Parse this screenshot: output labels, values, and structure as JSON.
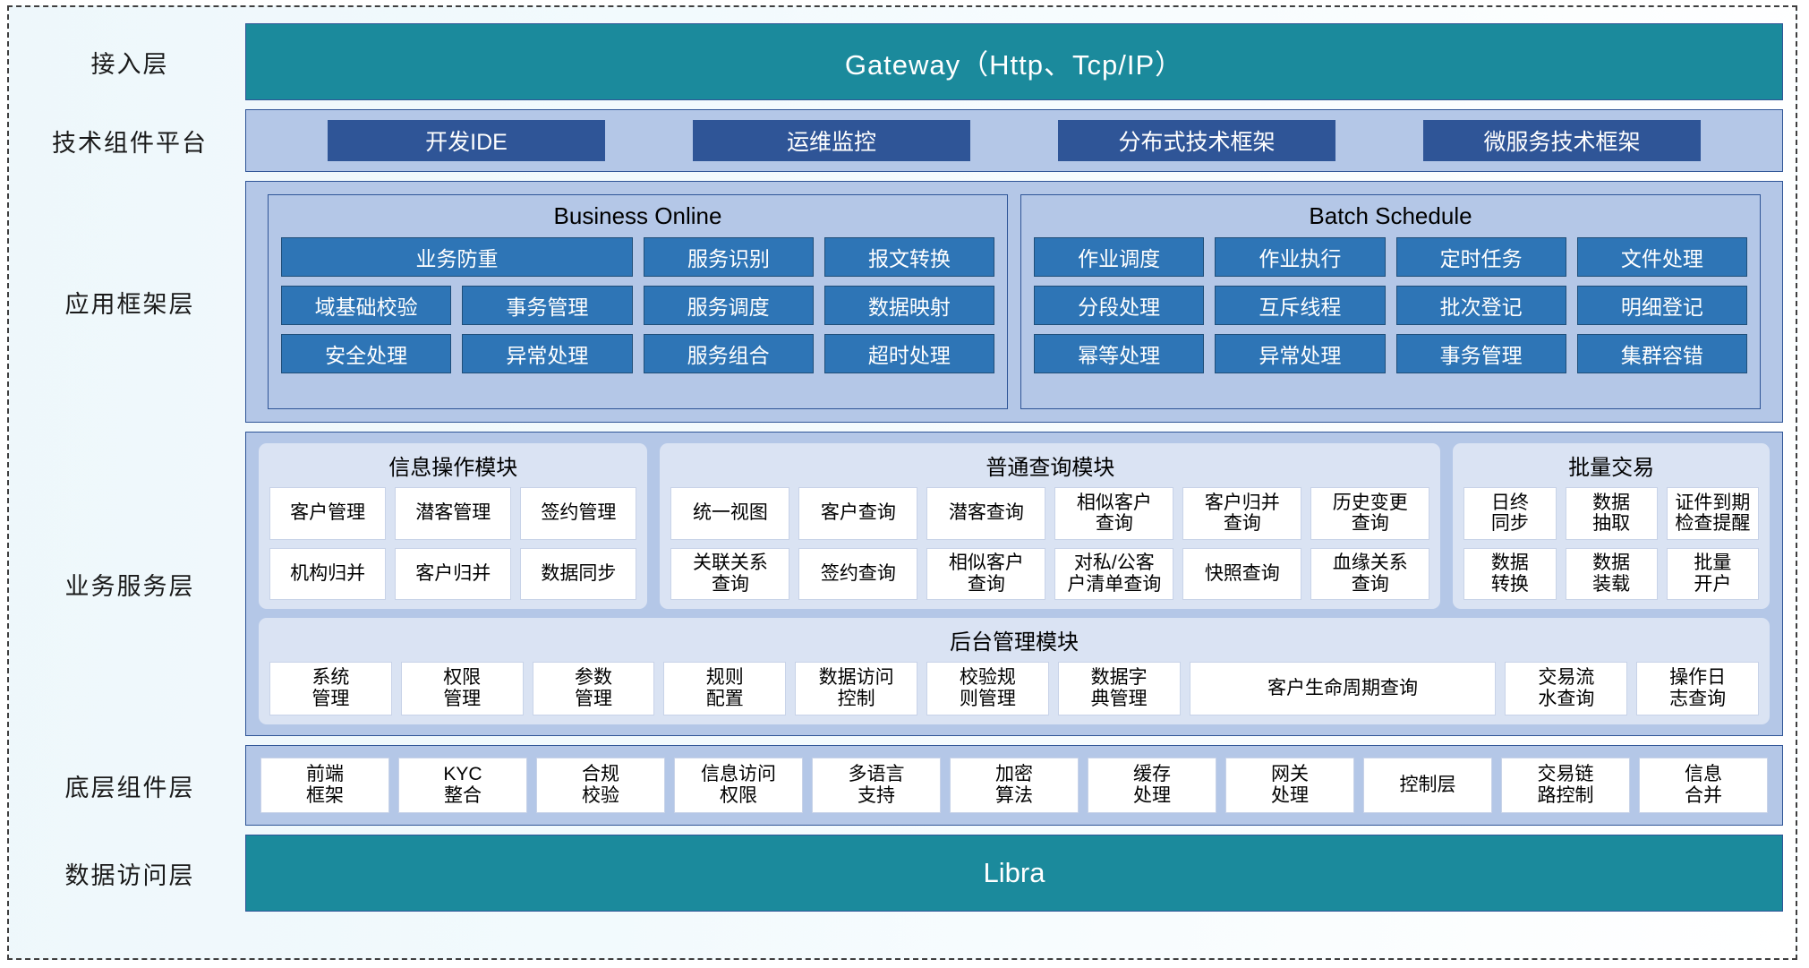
{
  "colors": {
    "teal": "#1b8a9c",
    "dark_blue_chip": "#2f5597",
    "mid_blue_chip": "#2e75b6",
    "band_blue": "#b4c7e7",
    "card_blue": "#dae3f3",
    "cell_white": "#ffffff"
  },
  "layers": [
    {
      "id": "access",
      "label": "接入层"
    },
    {
      "id": "tech",
      "label": "技术组件平台"
    },
    {
      "id": "appfw",
      "label": "应用框架层"
    },
    {
      "id": "business",
      "label": "业务服务层"
    },
    {
      "id": "component",
      "label": "底层组件层"
    },
    {
      "id": "data",
      "label": "数据访问层"
    }
  ],
  "access_layer": {
    "gateway_label": "Gateway（Http、Tcp/IP）"
  },
  "tech_layer": {
    "chips": [
      "开发IDE",
      "运维监控",
      "分布式技术框架",
      "微服务技术框架"
    ]
  },
  "app_framework_layer": {
    "groups": [
      {
        "title": "Business Online",
        "rows": [
          [
            {
              "label": "业务防重",
              "span": 2
            },
            {
              "label": "服务识别",
              "span": 1
            },
            {
              "label": "报文转换",
              "span": 1
            }
          ],
          [
            {
              "label": "域基础校验",
              "span": 1
            },
            {
              "label": "事务管理",
              "span": 1
            },
            {
              "label": "服务调度",
              "span": 1
            },
            {
              "label": "数据映射",
              "span": 1
            }
          ],
          [
            {
              "label": "安全处理",
              "span": 1
            },
            {
              "label": "异常处理",
              "span": 1
            },
            {
              "label": "服务组合",
              "span": 1
            },
            {
              "label": "超时处理",
              "span": 1
            }
          ]
        ]
      },
      {
        "title": "Batch Schedule",
        "rows": [
          [
            {
              "label": "作业调度",
              "span": 1
            },
            {
              "label": "作业执行",
              "span": 1
            },
            {
              "label": "定时任务",
              "span": 1
            },
            {
              "label": "文件处理",
              "span": 1
            }
          ],
          [
            {
              "label": "分段处理",
              "span": 1
            },
            {
              "label": "互斥线程",
              "span": 1
            },
            {
              "label": "批次登记",
              "span": 1
            },
            {
              "label": "明细登记",
              "span": 1
            }
          ],
          [
            {
              "label": "幂等处理",
              "span": 1
            },
            {
              "label": "异常处理",
              "span": 1
            },
            {
              "label": "事务管理",
              "span": 1
            },
            {
              "label": "集群容错",
              "span": 1
            }
          ]
        ]
      }
    ]
  },
  "business_service_layer": {
    "top_cards": [
      {
        "title": "信息操作模块",
        "flex": 3.05,
        "rows": [
          [
            "客户管理",
            "潜客管理",
            "签约管理"
          ],
          [
            "机构归并",
            "客户归并",
            "数据同步"
          ]
        ]
      },
      {
        "title": "普通查询模块",
        "flex": 6.3,
        "rows": [
          [
            "统一视图",
            "客户查询",
            "潜客查询",
            "相似客户\n查询",
            "客户归并\n查询",
            "历史变更\n查询"
          ],
          [
            "关联关系\n查询",
            "签约查询",
            "相似客户\n查询",
            "对私/公客\n户清单查询",
            "快照查询",
            "血缘关系\n查询"
          ]
        ]
      },
      {
        "title": "批量交易",
        "flex": 2.45,
        "rows": [
          [
            "日终\n同步",
            "数据\n抽取",
            "证件到期\n检查提醒"
          ],
          [
            "数据\n转换",
            "数据\n装载",
            "批量\n开户"
          ]
        ]
      }
    ],
    "bottom_card": {
      "title": "后台管理模块",
      "cells": [
        {
          "label": "系统\n管理",
          "flex": 1
        },
        {
          "label": "权限\n管理",
          "flex": 1
        },
        {
          "label": "参数\n管理",
          "flex": 1
        },
        {
          "label": "规则\n配置",
          "flex": 1
        },
        {
          "label": "数据访问\n控制",
          "flex": 1
        },
        {
          "label": "校验规\n则管理",
          "flex": 1
        },
        {
          "label": "数据字\n典管理",
          "flex": 1
        },
        {
          "label": "客户生命周期查询",
          "flex": 2.6
        },
        {
          "label": "交易流\n水查询",
          "flex": 1
        },
        {
          "label": "操作日\n志查询",
          "flex": 1
        }
      ]
    }
  },
  "component_layer": {
    "cells": [
      {
        "label": "前端\n框架",
        "flex": 1
      },
      {
        "label": "KYC\n整合",
        "flex": 1
      },
      {
        "label": "合规\n校验",
        "flex": 1
      },
      {
        "label": "信息访问\n权限",
        "flex": 1
      },
      {
        "label": "多语言\n支持",
        "flex": 1
      },
      {
        "label": "加密\n算法",
        "flex": 1
      },
      {
        "label": "缓存\n处理",
        "flex": 1
      },
      {
        "label": "网关\n处理",
        "flex": 1
      },
      {
        "label": "控制层",
        "flex": 1
      },
      {
        "label": "交易链\n路控制",
        "flex": 1
      },
      {
        "label": "信息\n合并",
        "flex": 1
      }
    ]
  },
  "data_layer": {
    "label": "Libra"
  }
}
